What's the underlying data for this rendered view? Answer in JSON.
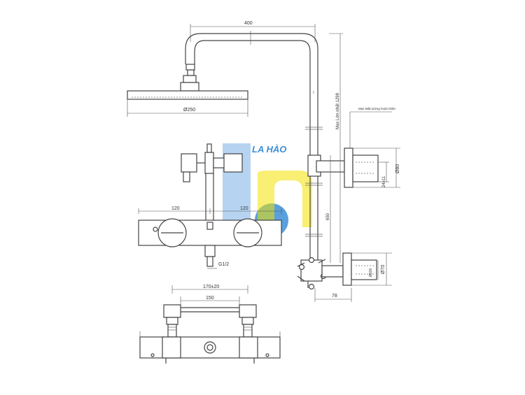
{
  "watermark": {
    "text": "LA HÀO",
    "colors": {
      "blue": "#3d8fd6",
      "blue_light": "#a9cdee",
      "yellow": "#f2e100",
      "yellow_light": "#fbf3a8"
    }
  },
  "dimensions": {
    "arm_length": "400",
    "head_diameter": "Ø250",
    "max_height": "Max Lớn nhất 1298",
    "adjust_note": "Max Mặt tường hoàn thiện",
    "bracket_diameter": "Ø80",
    "bracket_offset": "24±11",
    "column_length": "650",
    "left_half": "120",
    "right_half": "120",
    "inlet_thread": "G1/2",
    "flange_diameter": "Ø70",
    "nut_diameter": "Ø100",
    "wall_offset": "78",
    "center_distance_range": "170±20",
    "center_distance": "150"
  }
}
